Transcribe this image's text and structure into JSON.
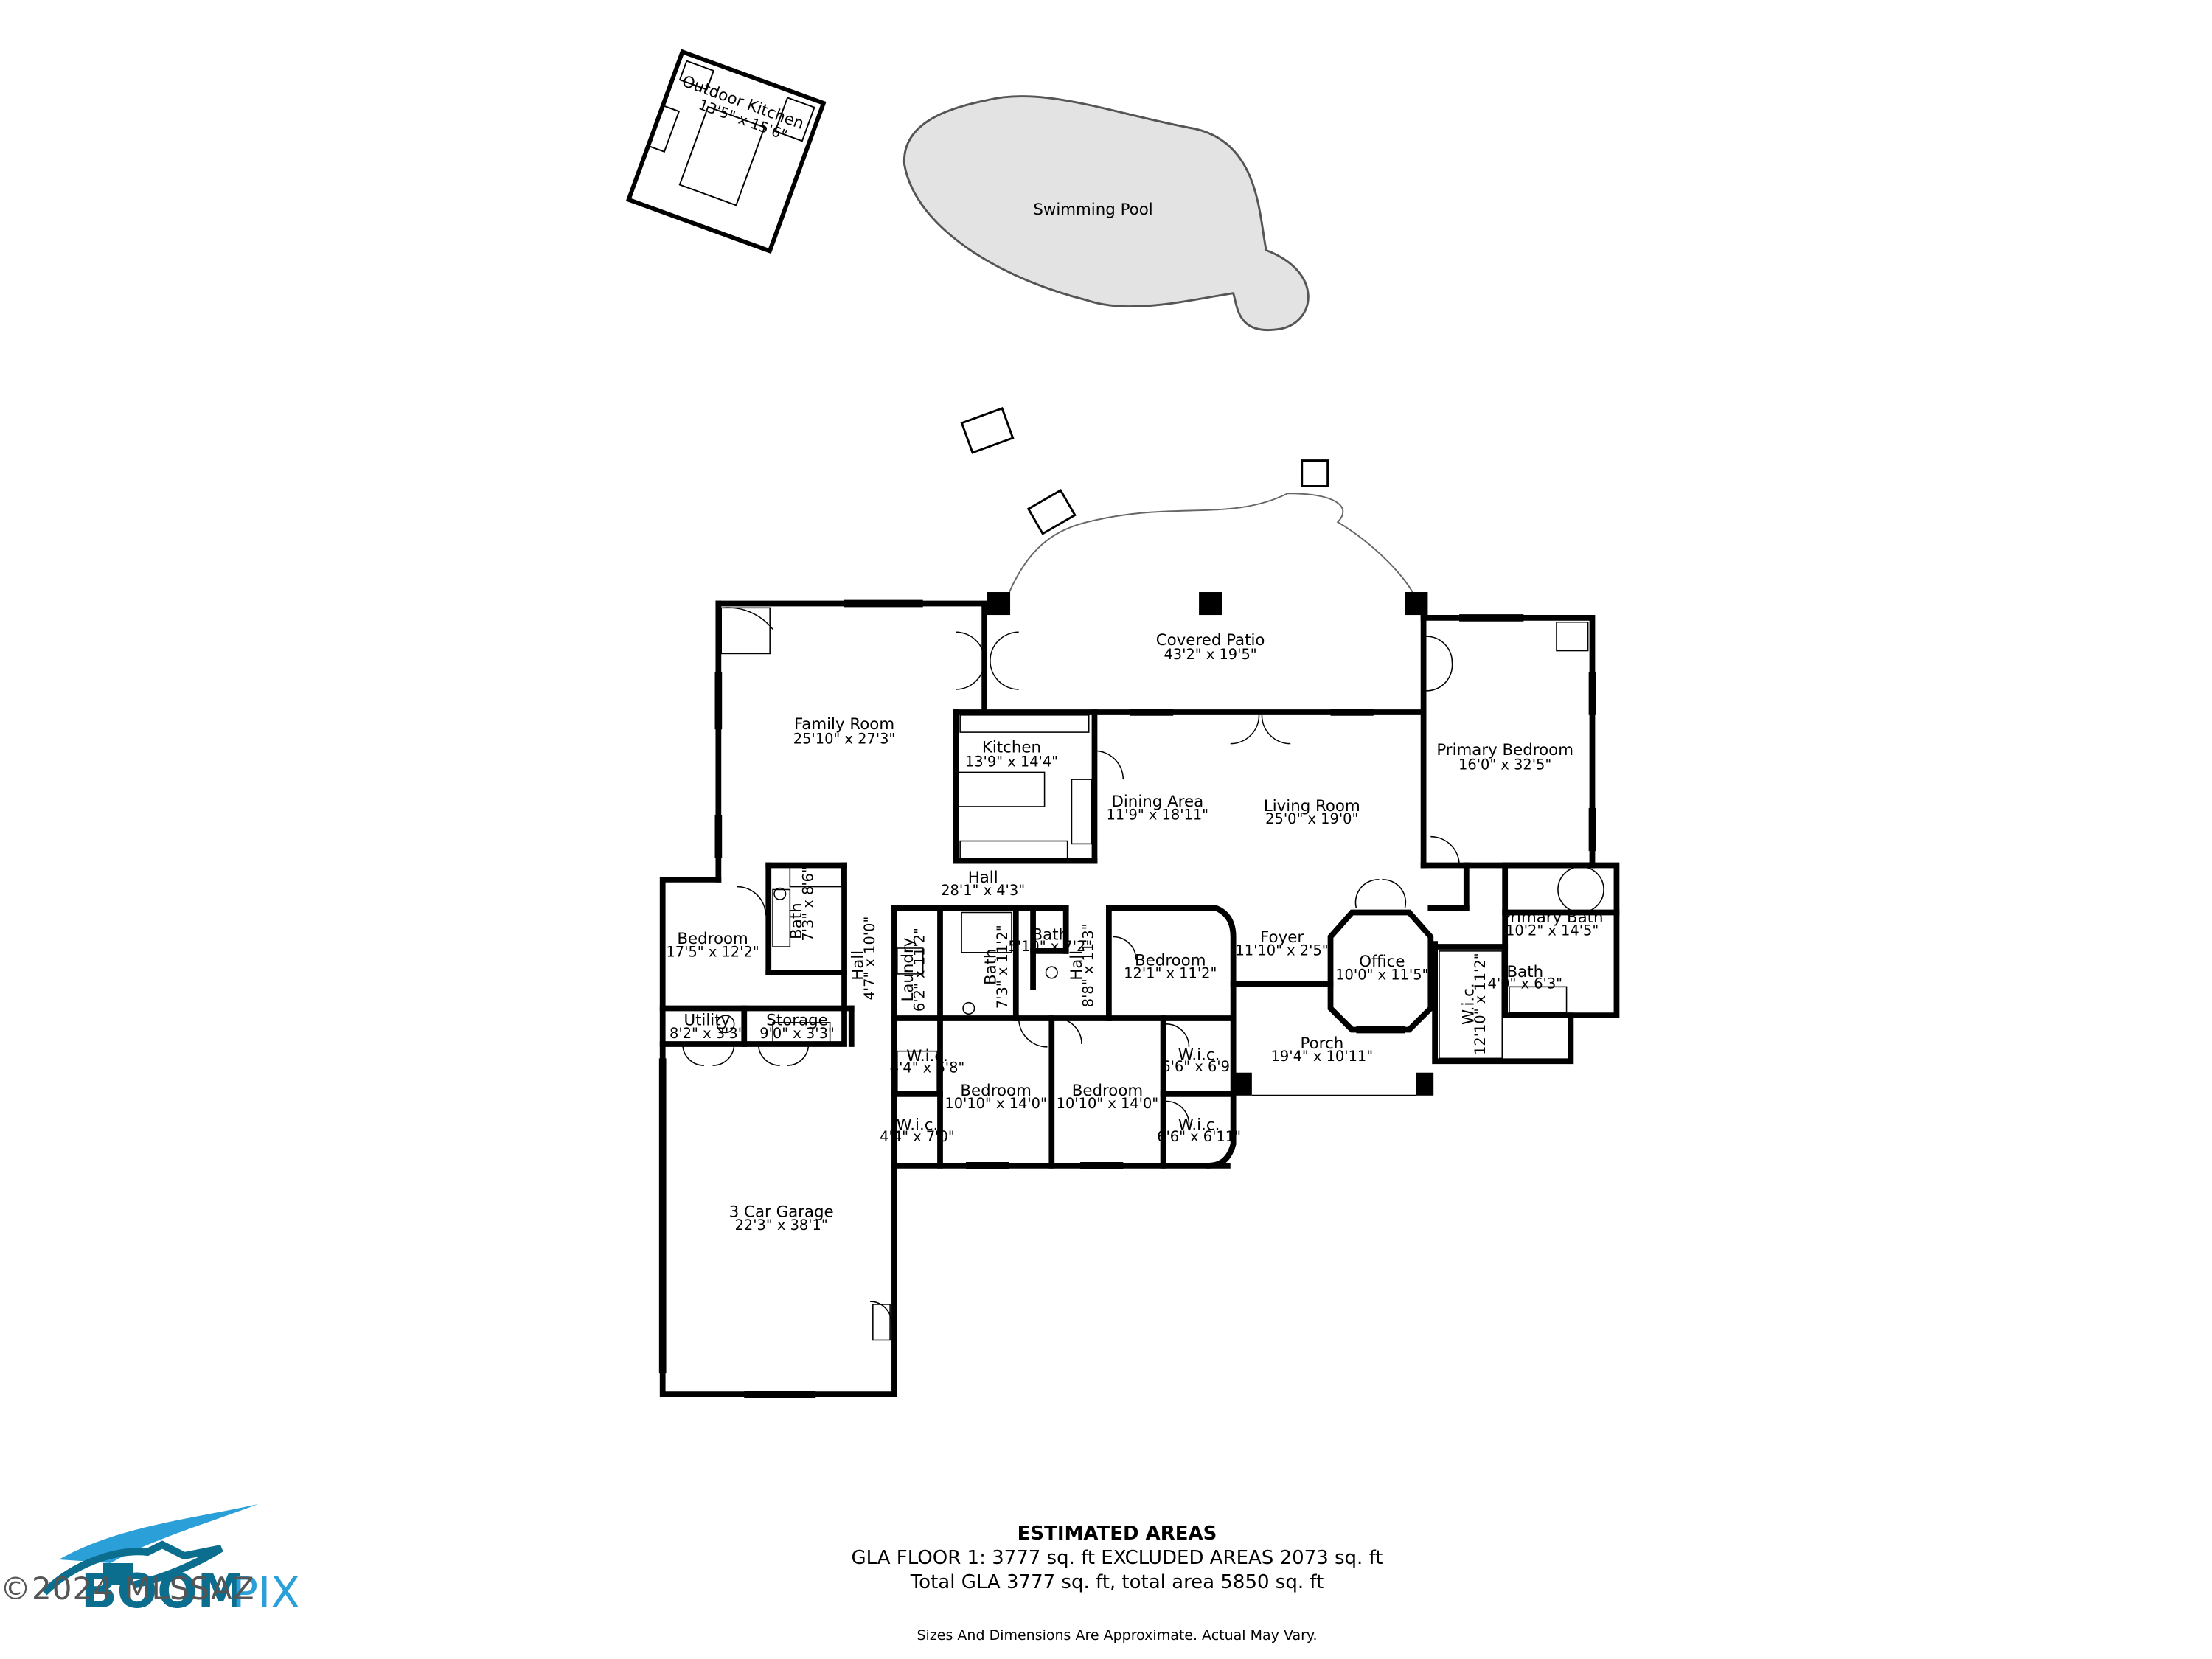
{
  "rooms": {
    "outdoor_kitchen": {
      "name": "Outdoor Kitchen",
      "dim": "13'5\" x 15'6\""
    },
    "swimming_pool": {
      "name": "Swimming Pool"
    },
    "covered_patio": {
      "name": "Covered Patio",
      "dim": "43'2\" x 19'5\""
    },
    "family_room": {
      "name": "Family Room",
      "dim": "25'10\" x 27'3\""
    },
    "kitchen": {
      "name": "Kitchen",
      "dim": "13'9\" x 14'4\""
    },
    "dining_area": {
      "name": "Dining Area",
      "dim": "11'9\" x 18'11\""
    },
    "living_room": {
      "name": "Living Room",
      "dim": "25'0\" x 19'0\""
    },
    "primary_bedroom": {
      "name": "Primary Bedroom",
      "dim": "16'0\" x 32'5\""
    },
    "hall_main": {
      "name": "Hall",
      "dim": "28'1\" x 4'3\""
    },
    "bedroom_west": {
      "name": "Bedroom",
      "dim": "17'5\" x 12'2\""
    },
    "bath_west": {
      "name": "Bath",
      "dim": "7'3\" x 8'6\""
    },
    "hall_small": {
      "name": "Hall",
      "dim": "4'7\" x 10'0\""
    },
    "laundry": {
      "name": "Laundry",
      "dim": "6'2\" x 11'2\""
    },
    "bath_mid": {
      "name": "Bath",
      "dim": "7'3\" x 11'2\""
    },
    "bath_small": {
      "name": "Bath",
      "dim": "5'10\" x 7'2\""
    },
    "hall_mid": {
      "name": "Hall",
      "dim": "8'8\" x 11'3\""
    },
    "bedroom_mid": {
      "name": "Bedroom",
      "dim": "12'1\" x 11'2\""
    },
    "foyer": {
      "name": "Foyer",
      "dim": "11'10\" x 2'5\""
    },
    "office": {
      "name": "Office",
      "dim": "10'0\" x 11'5\""
    },
    "primary_bath": {
      "name": "Primary Bath",
      "dim": "10'2\" x 14'5\""
    },
    "bath_primary_small": {
      "name": "Bath",
      "dim": "4'0\" x 6'3\""
    },
    "wic_primary": {
      "name": "W.i.c.",
      "dim": "12'10\" x 11'2\""
    },
    "utility": {
      "name": "Utility",
      "dim": "8'2\" x 3'3\""
    },
    "storage": {
      "name": "Storage",
      "dim": "9'0\" x 3'3\""
    },
    "wic_a": {
      "name": "W.i.c.",
      "dim": "4'4\" x 6'8\""
    },
    "bedroom_sw": {
      "name": "Bedroom",
      "dim": "10'10\" x 14'0\""
    },
    "bedroom_s": {
      "name": "Bedroom",
      "dim": "10'10\" x 14'0\""
    },
    "wic_b": {
      "name": "W.i.c.",
      "dim": "6'6\" x 6'9\""
    },
    "porch": {
      "name": "Porch",
      "dim": "19'4\" x 10'11\""
    },
    "wic_c": {
      "name": "W.i.c.",
      "dim": "4'4\" x 7'0\""
    },
    "wic_d": {
      "name": "W.i.c.",
      "dim": "6'6\" x 6'11\""
    },
    "garage": {
      "name": "3 Car Garage",
      "dim": "22'3\" x 38'1\""
    }
  },
  "areas": {
    "title": "ESTIMATED AREAS",
    "line1": "GLA FLOOR 1: 3777 sq. ft EXCLUDED AREAS 2073 sq. ft",
    "line2": "Total GLA 3777 sq. ft, total area 5850 sq. ft",
    "disclaimer": "Sizes And Dimensions Are Approximate. Actual May Vary."
  },
  "watermark": "©2024 MLSSAZ",
  "colors": {
    "wall": "#000000",
    "pool": "#e3e3e3",
    "logo_blue": "#2a9fd8",
    "logo_dark": "#0b6e8e"
  }
}
